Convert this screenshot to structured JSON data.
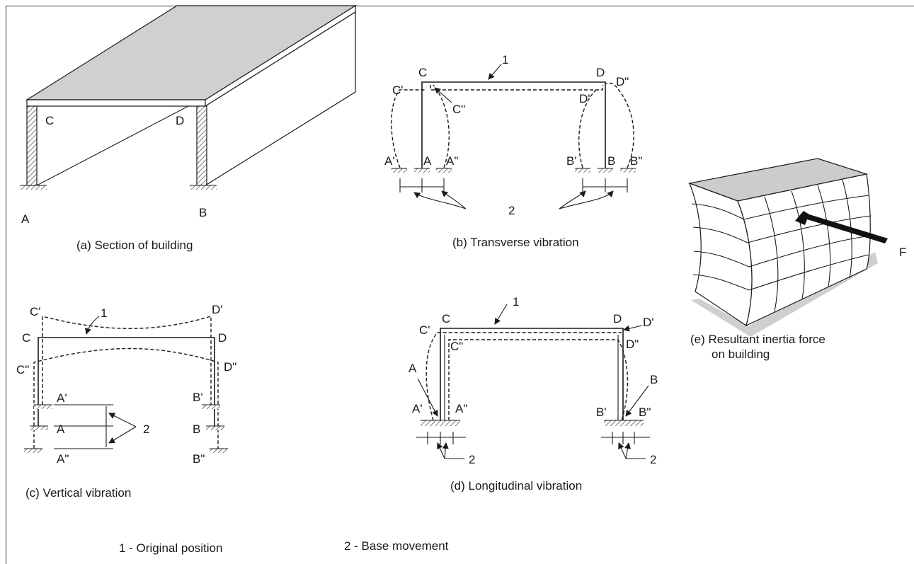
{
  "legend": {
    "original": "1 - Original position",
    "base": "2 - Base movement"
  },
  "panel_a": {
    "caption": "(a) Section of building",
    "labels": {
      "A": "A",
      "B": "B",
      "C": "C",
      "D": "D"
    }
  },
  "panel_b": {
    "caption": "(b) Transverse vibration",
    "labels": {
      "C": "C",
      "D": "D",
      "Cp": "C'",
      "Dpp": "D\"",
      "Cpp": "C\"",
      "Dp": "D'",
      "Ap": "A'",
      "A": "A",
      "App": "A\"",
      "Bp": "B'",
      "B": "B",
      "Bpp": "B\"",
      "one": "1",
      "two": "2"
    }
  },
  "panel_c": {
    "caption": "(c) Vertical vibration",
    "labels": {
      "Cp": "C'",
      "Dp": "D'",
      "C": "C",
      "D": "D",
      "Cpp": "C\"",
      "Dpp": "D\"",
      "Ap": "A'",
      "A": "A",
      "App": "A\"",
      "Bp": "B'",
      "B": "B",
      "Bpp": "B\"",
      "one": "1",
      "two": "2"
    }
  },
  "panel_d": {
    "caption": "(d) Longitudinal vibration",
    "labels": {
      "C": "C",
      "D": "D",
      "Cp": "C'",
      "Dp": "D'",
      "Cpp": "C\"",
      "Dpp": "D\"",
      "A": "A",
      "B": "B",
      "Ap": "A'",
      "App": "A\"",
      "Bp": "B'",
      "Bpp": "B\"",
      "one": "1",
      "two_left": "2",
      "two_right": "2"
    }
  },
  "panel_e": {
    "caption_line1": "(e) Resultant inertia force",
    "caption_line2": "on building",
    "force": "F"
  }
}
